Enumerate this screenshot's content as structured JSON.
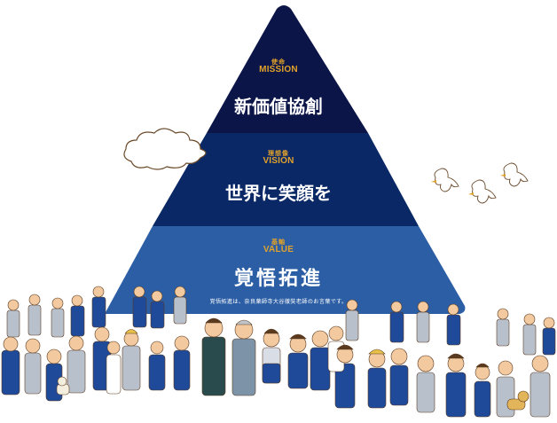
{
  "pyramid": {
    "colors": {
      "mission": "#0b1548",
      "vision": "#0a2866",
      "value": "#2c5ea5",
      "label_gold": "#e0a22a",
      "text": "#ffffff"
    },
    "tiers": [
      {
        "id": "mission",
        "label_ja": "使命",
        "label_en": "MISSION",
        "statement": "新価値協創"
      },
      {
        "id": "vision",
        "label_ja": "理想像",
        "label_en": "VISION",
        "statement": "世界に笑顔を"
      },
      {
        "id": "value",
        "label_ja": "基軸",
        "label_en": "VALUE",
        "statement": "覚悟拓進",
        "note": "覚悟拓進は、奈良薬師寺大谷徹奘老師のお言葉です。"
      }
    ]
  },
  "illustration": {
    "cloud": "cloud-illustration",
    "birds": [
      "bird-icon",
      "bird-icon",
      "bird-icon"
    ],
    "crowd": "employees-crowd-illustration",
    "animals": [
      "cat-icon",
      "dog-icon"
    ]
  }
}
